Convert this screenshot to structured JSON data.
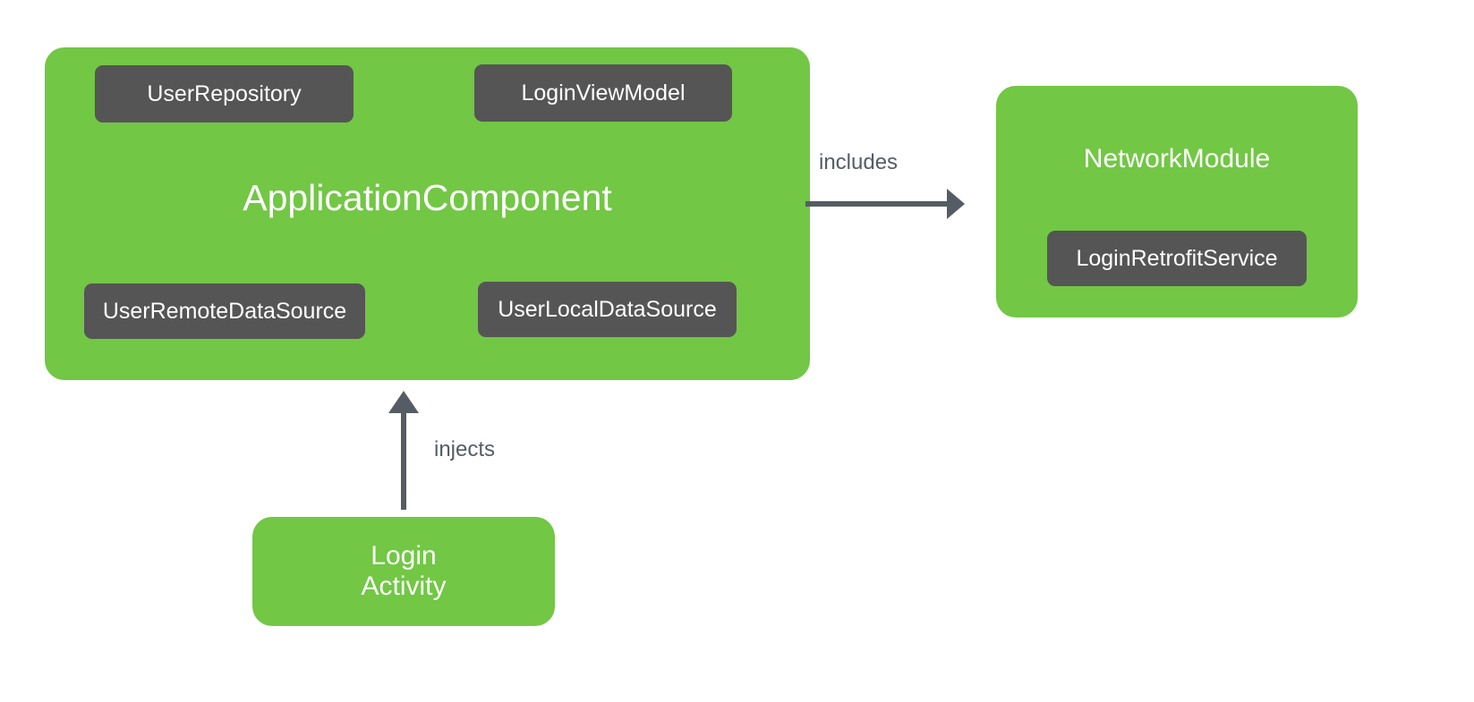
{
  "diagram": {
    "title": "Dependency Injection component diagram",
    "background": "#ffffff",
    "colors": {
      "module": "#72c745",
      "class_box": "#555555",
      "edge": "#555c63",
      "node_text": "#ffffff",
      "label_text": "#555c63"
    },
    "nodes": [
      {
        "id": "application-component",
        "label": "ApplicationComponent",
        "type": "component",
        "color": "#72c745",
        "children": [
          {
            "id": "user-repository",
            "label": "UserRepository",
            "type": "class",
            "color": "#555555"
          },
          {
            "id": "login-viewmodel",
            "label": "LoginViewModel",
            "type": "class",
            "color": "#555555"
          },
          {
            "id": "user-remote-datasource",
            "label": "UserRemoteDataSource",
            "type": "class",
            "color": "#555555"
          },
          {
            "id": "user-local-datasource",
            "label": "UserLocalDataSource",
            "type": "class",
            "color": "#555555"
          }
        ]
      },
      {
        "id": "network-module",
        "label": "NetworkModule",
        "type": "module",
        "color": "#72c745",
        "children": [
          {
            "id": "login-retrofit-service",
            "label": "LoginRetrofitService",
            "type": "class",
            "color": "#555555"
          }
        ]
      },
      {
        "id": "login-activity",
        "label": "Login\nActivity",
        "type": "activity",
        "color": "#72c745",
        "children": []
      }
    ],
    "edges": [
      {
        "id": "includes-edge",
        "label": "includes",
        "from": "application-component",
        "to": "network-module",
        "direction": "right"
      },
      {
        "id": "injects-edge",
        "label": "injects",
        "from": "login-activity",
        "to": "application-component",
        "direction": "up"
      }
    ]
  }
}
